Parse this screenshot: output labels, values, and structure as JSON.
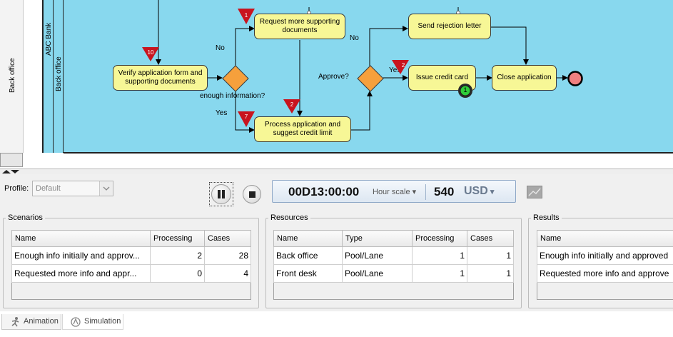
{
  "diagram": {
    "sidebar_label": "Back office",
    "pool_label": "ABC Bank",
    "lane_label": "Back office",
    "tasks": {
      "verify": "Verify application form and supporting documents",
      "request_more": "Request more supporting documents",
      "process": "Process application and suggest credit limit",
      "send_rejection": "Send rejection letter",
      "issue_card": "Issue credit card",
      "close": "Close application"
    },
    "gateway_labels": {
      "enough_info": "enough information?",
      "approve": "Approve?"
    },
    "flow_labels": {
      "no1": "No",
      "yes1": "Yes",
      "no2": "No",
      "yes2": "Yes"
    },
    "token_counts": {
      "verify": "10",
      "top": "1",
      "process_top": "2",
      "process_left": "7",
      "issue": "2",
      "green": "1"
    }
  },
  "controls": {
    "profile_label": "Profile:",
    "profile_value": "Default",
    "pause_button": "pause",
    "stop_button": "stop",
    "clock": "00D13:00:00",
    "time_scale": "Hour scale",
    "cost_value": "540",
    "currency": "USD",
    "chart_button": "chart"
  },
  "scenarios": {
    "title": "Scenarios",
    "columns": [
      "Name",
      "Processing",
      "Cases"
    ],
    "rows": [
      [
        "Enough info initially and approv...",
        "2",
        "28"
      ],
      [
        "Requested more info and appr...",
        "0",
        "4"
      ]
    ]
  },
  "resources": {
    "title": "Resources",
    "columns": [
      "Name",
      "Type",
      "Processing",
      "Cases"
    ],
    "rows": [
      [
        "Back office",
        "Pool/Lane",
        "1",
        "1"
      ],
      [
        "Front desk",
        "Pool/Lane",
        "1",
        "1"
      ]
    ]
  },
  "results": {
    "title": "Results",
    "columns": [
      "Name"
    ],
    "rows": [
      [
        "Enough info initially and approved"
      ],
      [
        "Requested more info and approve"
      ]
    ]
  },
  "tabs": {
    "animation": "Animation",
    "simulation": "Simulation"
  },
  "colors": {
    "lane": "#88d8ee",
    "task": "#f7f796",
    "gateway": "#f6a03c",
    "token": "#c8141e",
    "end_event": "#f08080"
  },
  "icons": {
    "pause": "pause-icon",
    "stop": "stop-icon",
    "chart": "chart-icon",
    "animation": "runner-icon",
    "simulation": "simulation-icon"
  }
}
